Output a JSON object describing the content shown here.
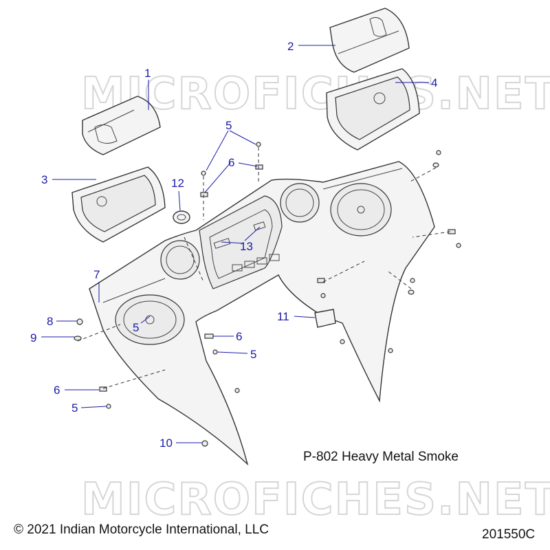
{
  "watermarks": [
    "MICROFICHES.NET",
    "MICROFICHES.NET"
  ],
  "callouts": [
    {
      "id": "c1",
      "label": "1"
    },
    {
      "id": "c2",
      "label": "2"
    },
    {
      "id": "c3",
      "label": "3"
    },
    {
      "id": "c4",
      "label": "4"
    },
    {
      "id": "c5a",
      "label": "5"
    },
    {
      "id": "c6a",
      "label": "6"
    },
    {
      "id": "c7",
      "label": "7"
    },
    {
      "id": "c8",
      "label": "8"
    },
    {
      "id": "c9",
      "label": "9"
    },
    {
      "id": "c5b",
      "label": "5"
    },
    {
      "id": "c6b",
      "label": "6"
    },
    {
      "id": "c5c",
      "label": "5"
    },
    {
      "id": "c6c",
      "label": "6"
    },
    {
      "id": "c5d",
      "label": "5"
    },
    {
      "id": "c10",
      "label": "10"
    },
    {
      "id": "c11",
      "label": "11"
    },
    {
      "id": "c12",
      "label": "12"
    },
    {
      "id": "c13",
      "label": "13"
    }
  ],
  "variant_label": "P-802 Heavy Metal Smoke",
  "copyright": "© 2021 Indian Motorcycle International, LLC",
  "figure_number": "201550C",
  "colors": {
    "callout": "#1a1aa8",
    "line": "#333333",
    "watermark": "#d6d6d6"
  }
}
